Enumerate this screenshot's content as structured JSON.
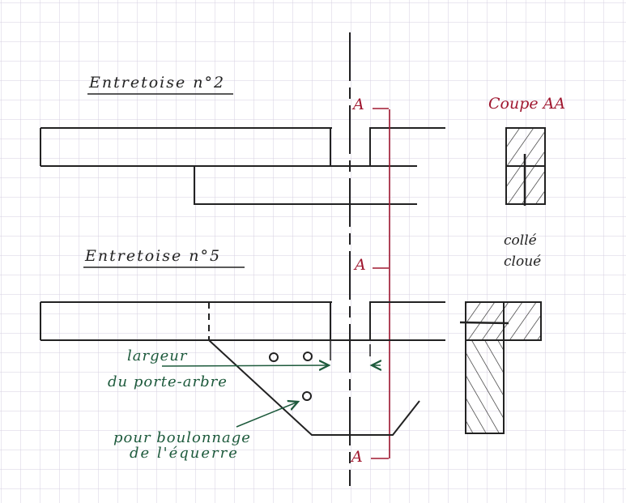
{
  "titles": {
    "entretoise2": "Entretoise n°2",
    "entretoise5": "Entretoise n°5",
    "coupe": "Coupe AA"
  },
  "section_marks": {
    "a1": "A",
    "a2": "A",
    "a3": "A"
  },
  "notes": {
    "colle": "collé",
    "cloue": "cloué",
    "largeur_1": "largeur",
    "largeur_2": "du porte-arbre",
    "boulon_1": "pour boulonnage",
    "boulon_2": "de l'équerre"
  },
  "colors": {
    "ink": "#222222",
    "red": "#a01830",
    "green": "#1d5a3c",
    "grid": "#d6cfe0"
  }
}
